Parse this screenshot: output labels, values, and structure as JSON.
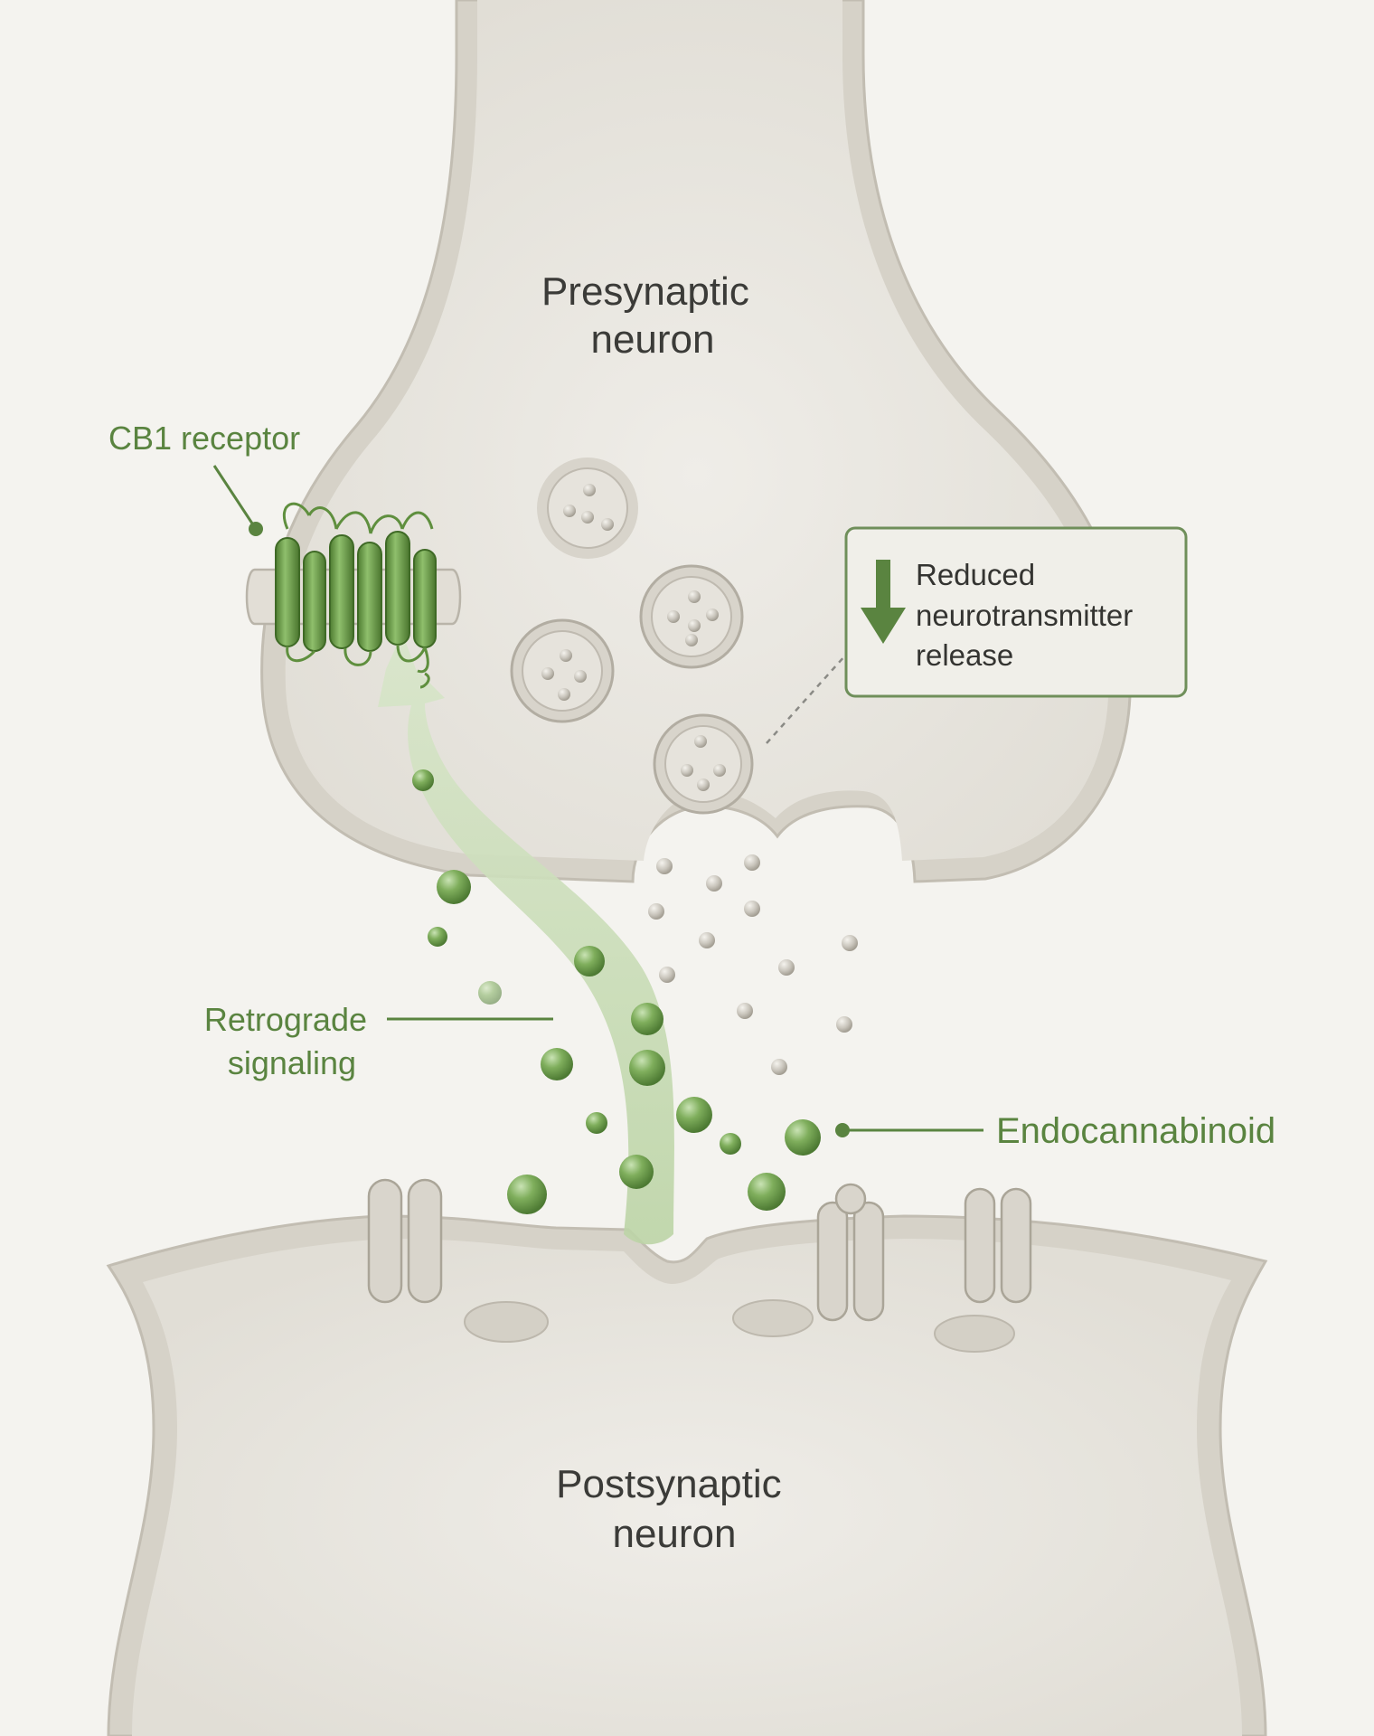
{
  "labels": {
    "presynaptic": [
      "Presynaptic",
      "neuron"
    ],
    "postsynaptic": [
      "Postsynaptic",
      "neuron"
    ],
    "cb1": "CB1 receptor",
    "retrograde": [
      "Retrograde",
      "signaling"
    ],
    "reduced": [
      "Reduced",
      "neurotransmitter",
      "release"
    ],
    "endocannabinoid": "Endocannabinoid"
  },
  "colors": {
    "background": "#f4f3ef",
    "membrane": "#d7d4cb",
    "cell_fill": "#e9e7e1",
    "accent_green": "#5a8440",
    "arrow_green": "#c9dcb6",
    "text_dark": "#3b3b38"
  },
  "icons": {
    "down_arrow": "down-arrow-icon",
    "receptor": "cb1-receptor-icon"
  }
}
